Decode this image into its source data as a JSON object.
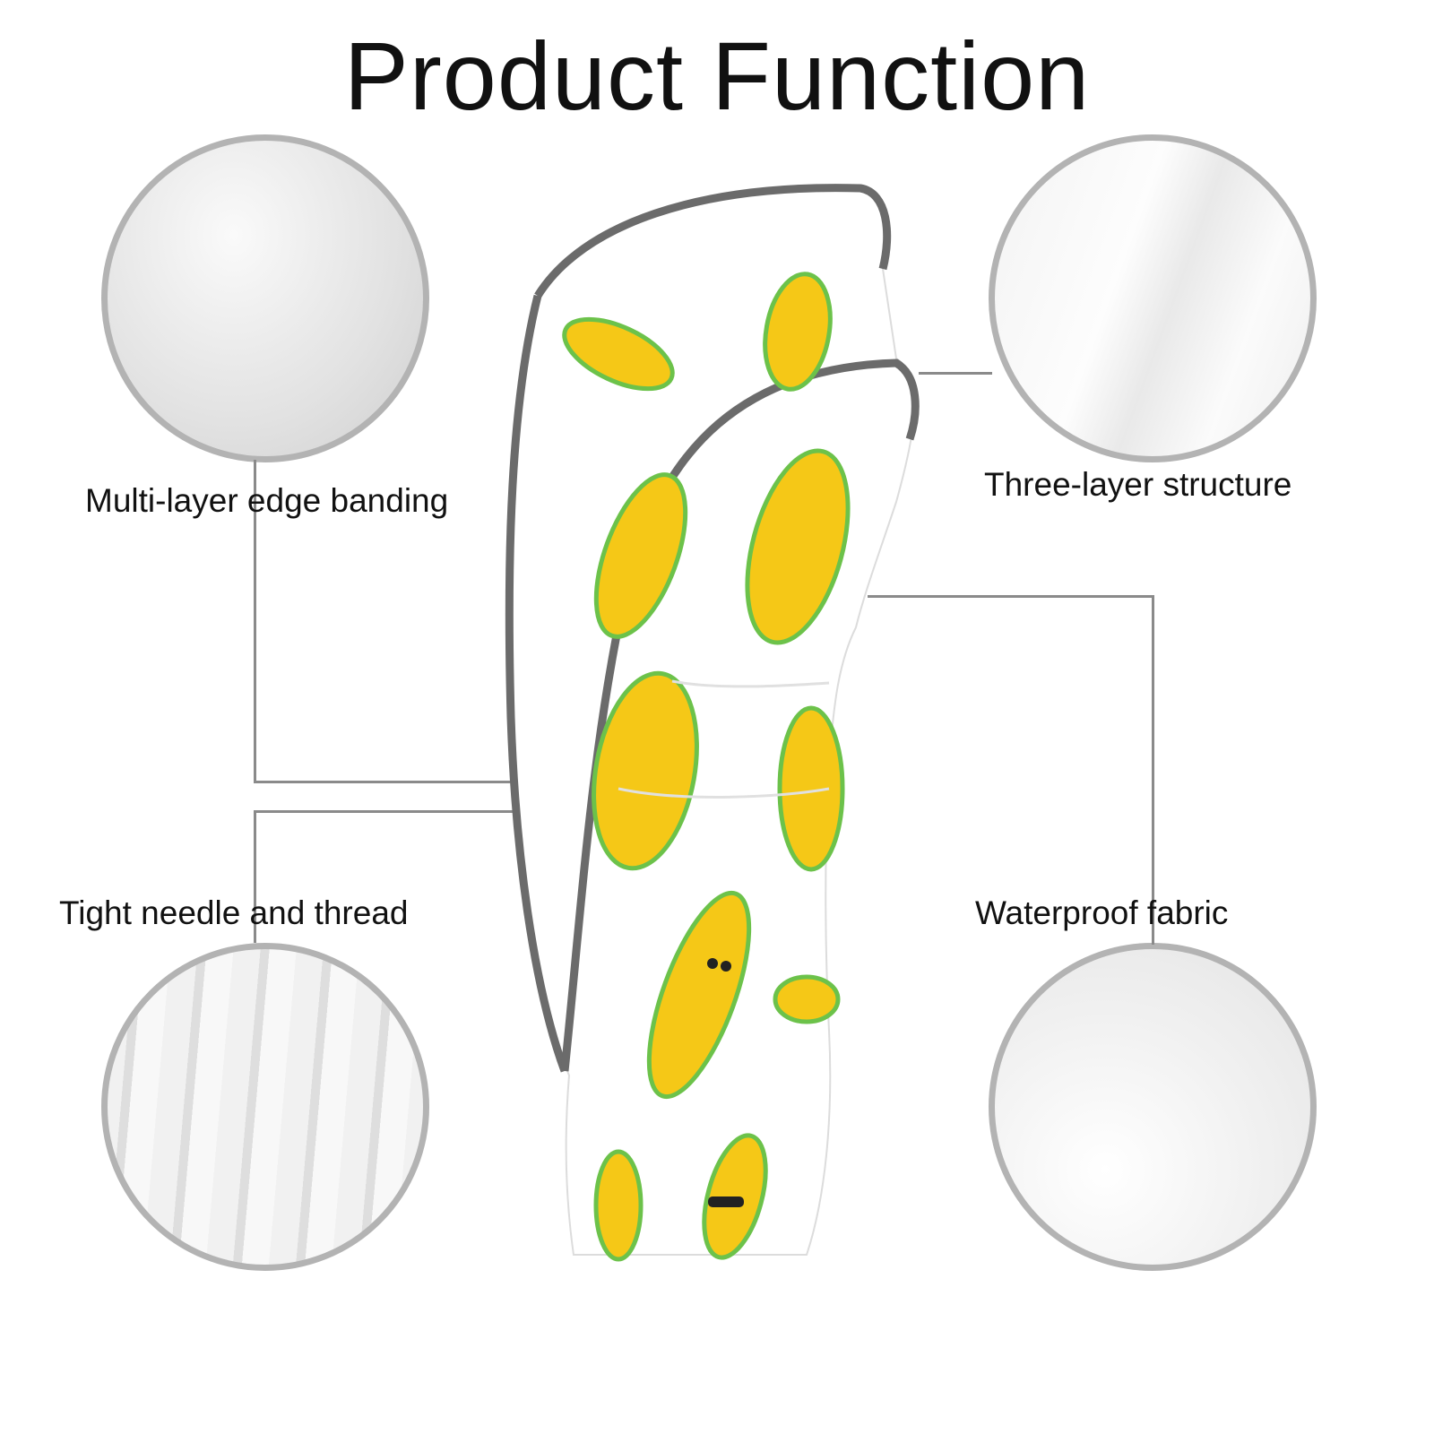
{
  "title": "Product Function",
  "features": [
    {
      "label": "Multi-layer edge banding"
    },
    {
      "label": "Three-layer structure"
    },
    {
      "label": "Tight needle and thread"
    },
    {
      "label": "Waterproof fabric"
    }
  ],
  "colors": {
    "piping": "#6b6b6b",
    "banana": "#f5c817",
    "outline": "#6cc24a",
    "circle_border": "#b3b3b3"
  }
}
